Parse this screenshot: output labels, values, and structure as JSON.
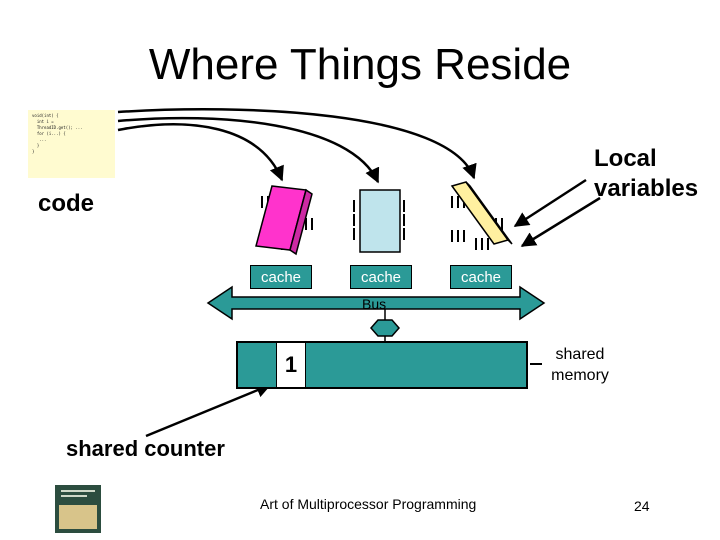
{
  "slide": {
    "title": "Where Things Reside",
    "code_label": "code",
    "local_variables_label": [
      "Local",
      "variables"
    ],
    "cache_labels": [
      "cache",
      "cache",
      "cache"
    ],
    "bus_label": "Bus",
    "counter_value": "1",
    "shared_memory_label": [
      "shared",
      "memory"
    ],
    "shared_counter_label": "shared counter",
    "footer": "Art of Multiprocessor Programming",
    "page_number": "24"
  },
  "colors": {
    "cache_fill": "#2b9a97",
    "bus_fill": "#2b9a97",
    "memory_fill": "#2b9a97",
    "code_background": "#fffbd0",
    "processor_1": "#ff33cc",
    "processor_2": "#bfe4ec",
    "processor_3": "#fff0a0"
  }
}
